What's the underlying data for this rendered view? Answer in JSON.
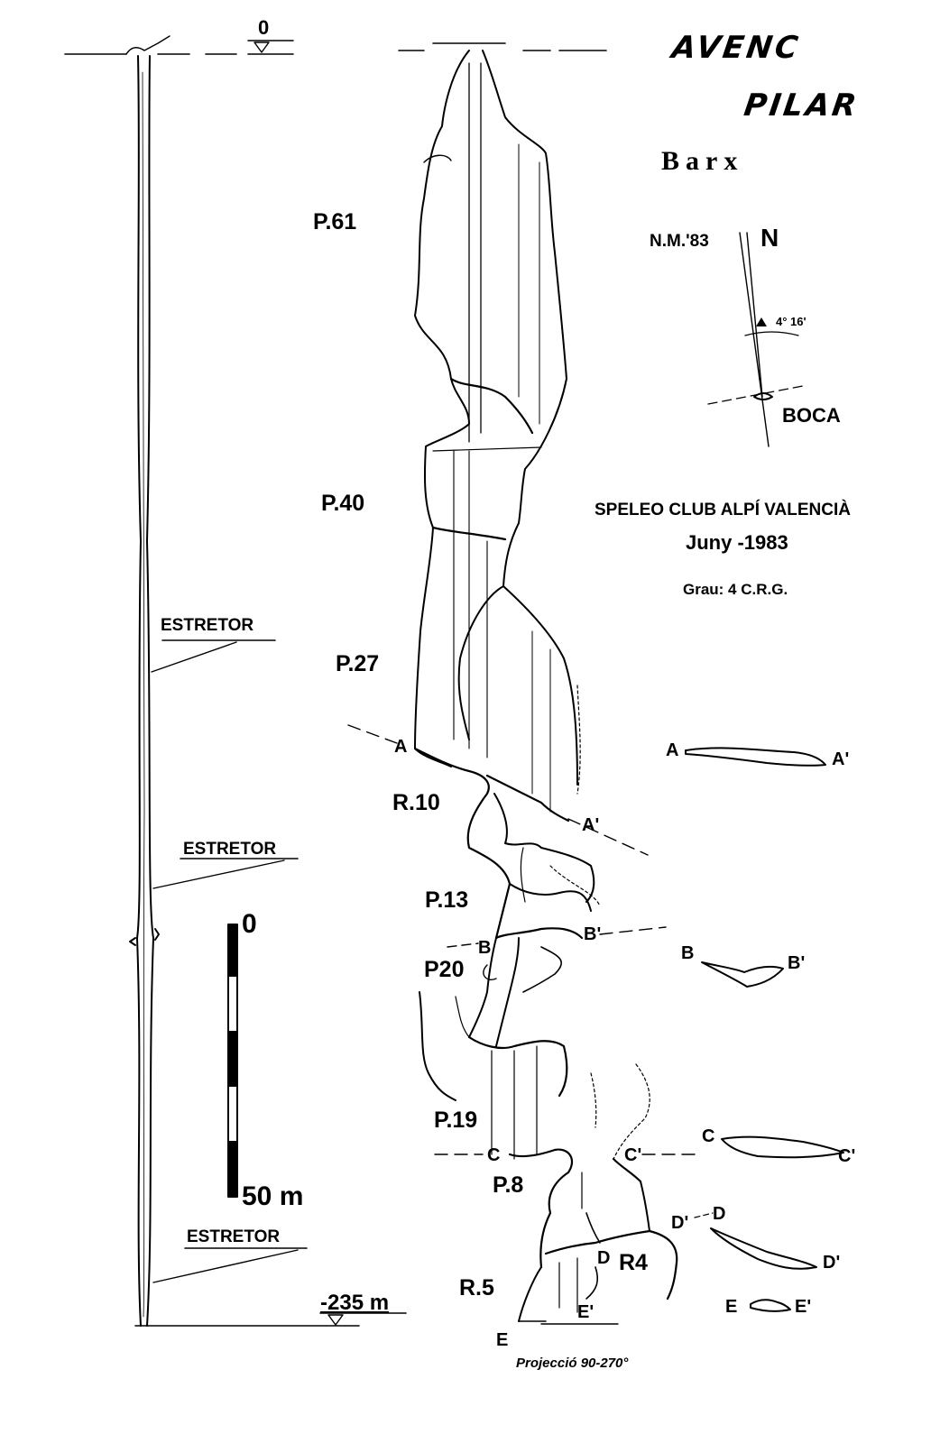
{
  "title": {
    "line1": "AVENC",
    "line2": "PILAR",
    "place": "Barx"
  },
  "north": {
    "magnetic": "N.M.'83",
    "north": "N",
    "declination": "4° 16'",
    "entrance": "BOCA"
  },
  "club": {
    "name": "SPELEO CLUB ALPÍ VALENCIÀ",
    "date": "Juny -1983",
    "grade": "Grau: 4 C.R.G."
  },
  "elevation": {
    "top": "0",
    "bottom": "-235 m",
    "constrictions": [
      "ESTRETOR",
      "ESTRETOR",
      "ESTRETOR"
    ]
  },
  "scale": {
    "zero": "0",
    "end": "50 m"
  },
  "pitches": [
    "P.61",
    "P.40",
    "P.27",
    "R.10",
    "P.13",
    "P20",
    "P.19",
    "P.8",
    "R.5",
    "R4"
  ],
  "sections": {
    "A": "A",
    "A_prime": "A'",
    "B": "B",
    "B_prime": "B'",
    "C": "C",
    "C_prime": "C'",
    "D": "D",
    "D_prime": "D'",
    "E": "E",
    "E_prime": "E'"
  },
  "projection": "Projecció 90-270°"
}
